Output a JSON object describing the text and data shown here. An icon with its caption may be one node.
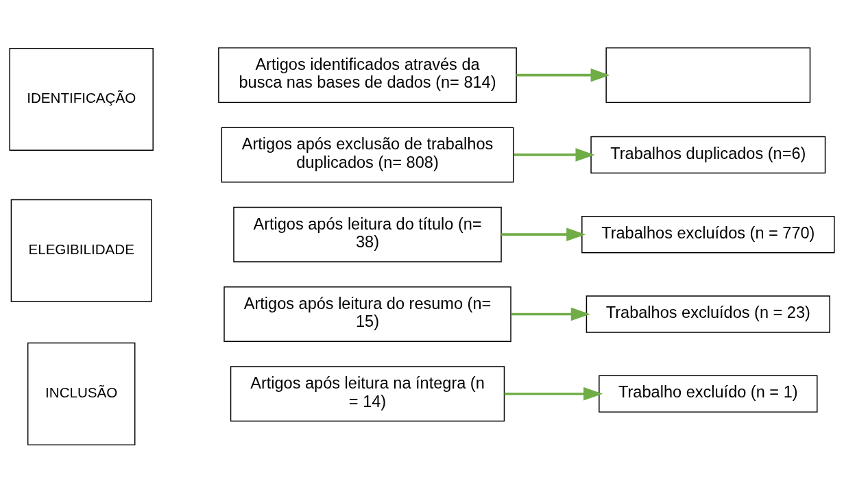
{
  "diagram": {
    "nodes": [
      {
        "text": [
          "IDENTIFICAÇÃO"
        ]
      },
      {
        "text": [
          "Artigos identificados através da busca nas bases de dados (n= 814)"
        ]
      },
      {
        "text": [],
        "shape": "box"
      },
      {
        "text": [
          "Artigos após exclusão de trabalhos duplicados (n= 808)"
        ]
      },
      {
        "text": [
          "Trabalhos duplicados (n=6)"
        ]
      },
      {
        "text": [
          "ELEGIBILIDADE"
        ]
      },
      {
        "text": [
          "Artigos após leitura do título (n= 38)"
        ]
      },
      {
        "text": [
          "Trabalhos excluídos (n = 770)"
        ]
      },
      {
        "text": [
          "Artigos após leitura do resumo (n= 15)"
        ]
      },
      {
        "text": [
          "Trabalhos excluídos (n = 23)"
        ]
      },
      {
        "text": [
          "INCLUSÃO"
        ]
      },
      {
        "text": [
          "Artigos após leitura na íntegra (n = 14)"
        ]
      },
      {
        "text": [
          "Trabalho excluído (n = 1)"
        ]
      }
    ],
    "edges": [
      {
        "from": 1,
        "to": 2,
        "arrow": "to"
      },
      {
        "from": 3,
        "to": 4,
        "arrow": "to"
      },
      {
        "from": 6,
        "to": 7,
        "arrow": "to"
      },
      {
        "from": 8,
        "to": 9,
        "arrow": "to"
      },
      {
        "from": 11,
        "to": 12,
        "arrow": "to"
      }
    ]
  }
}
